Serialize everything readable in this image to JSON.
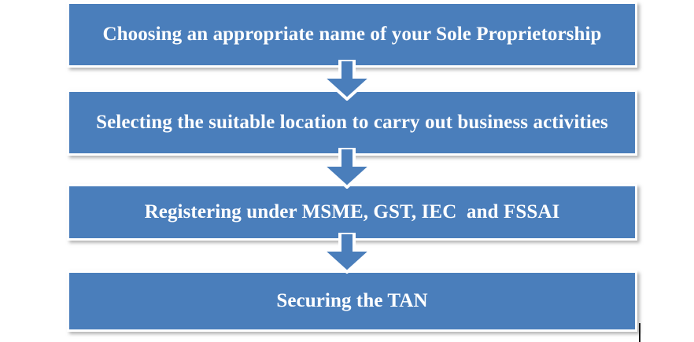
{
  "diagram": {
    "type": "flowchart",
    "orientation": "vertical-top-to-bottom",
    "title": "",
    "colors": {
      "box_fill": "#4a7ebb",
      "box_border": "#ffffff",
      "box_text": "#ffffff",
      "arrow_fill": "#4a7ebb",
      "arrow_border": "#ffffff",
      "background": "#ffffff"
    },
    "steps": [
      {
        "id": "step-1",
        "label": "Choosing an appropriate name of your Sole Proprietorship"
      },
      {
        "id": "step-2",
        "label": "Selecting the suitable location to carry out business activities"
      },
      {
        "id": "step-3",
        "label": "Registering under MSME, GST, IEC  and FSSAI"
      },
      {
        "id": "step-4",
        "label": "Securing the TAN"
      }
    ],
    "connectors": [
      {
        "id": "connector-1",
        "icon": "arrow-down-icon",
        "from": "step-1",
        "to": "step-2"
      },
      {
        "id": "connector-2",
        "icon": "arrow-down-icon",
        "from": "step-2",
        "to": "step-3"
      },
      {
        "id": "connector-3",
        "icon": "arrow-down-icon",
        "from": "step-3",
        "to": "step-4"
      }
    ]
  }
}
